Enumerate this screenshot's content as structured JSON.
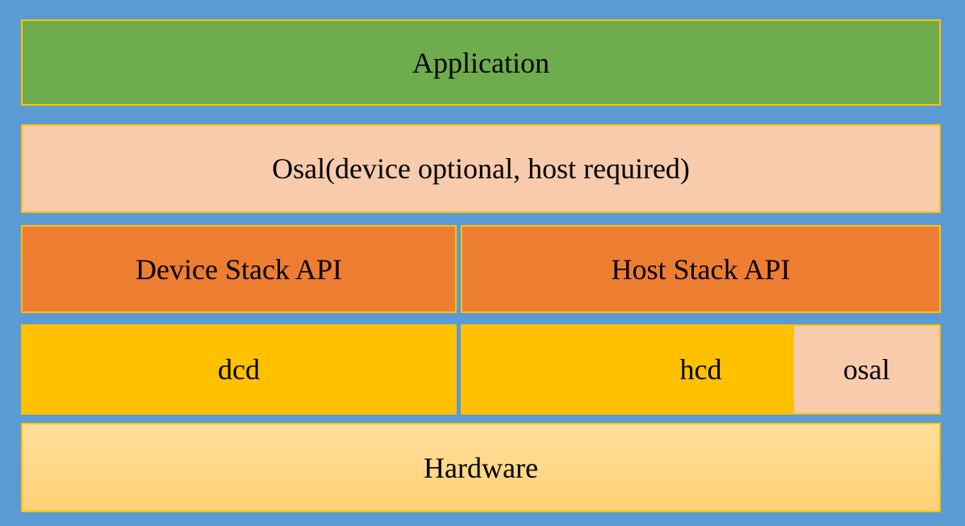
{
  "colors": {
    "background": "#5B9BD5",
    "border": "#FFC000",
    "green": "#6FAC4D",
    "peach": "#F8CBAD",
    "orange": "#ED7D31",
    "gold": "#FFC000",
    "hardware_top": "#FFE09C",
    "hardware_bottom": "#FFD077",
    "text": "#000000"
  },
  "layers": {
    "application": {
      "label": "Application"
    },
    "osal": {
      "label": "Osal(device optional, host required)"
    },
    "device_stack_api": {
      "label": "Device Stack API"
    },
    "host_stack_api": {
      "label": "Host Stack API"
    },
    "dcd": {
      "label": "dcd"
    },
    "hcd": {
      "label": "hcd"
    },
    "osal_small": {
      "label": "osal"
    },
    "hardware": {
      "label": "Hardware"
    }
  }
}
